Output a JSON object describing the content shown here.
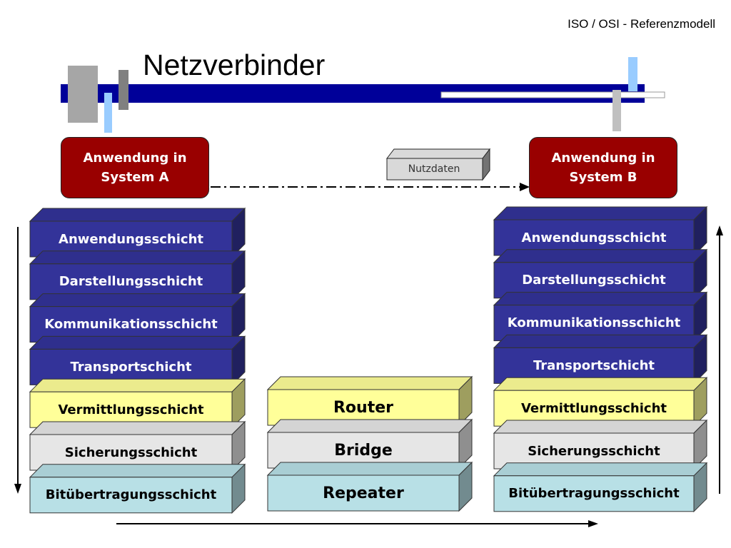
{
  "header": {
    "title": "ISO / OSI - Referenzmodell"
  },
  "page": {
    "title": "Netzverbinder"
  },
  "applications": {
    "left": {
      "label": "Anwendung in\nSystem A"
    },
    "right": {
      "label": "Anwendung in\nSystem B"
    }
  },
  "data_packet": {
    "label": "Nutzdaten"
  },
  "stack_left": [
    "Anwendungsschicht",
    "Darstellungsschicht",
    "Kommunikationsschicht",
    "Transportschicht",
    "Vermittlungsschicht",
    "Sicherungsschicht",
    "Bitübertragungsschicht"
  ],
  "stack_right": [
    "Anwendungsschicht",
    "Darstellungsschicht",
    "Kommunikationsschicht",
    "Transportschicht",
    "Vermittlungsschicht",
    "Sicherungsschicht",
    "Bitübertragungsschicht"
  ],
  "devices": [
    "Router",
    "Bridge",
    "Repeater"
  ],
  "colors": {
    "upper_layer": "#333399",
    "network_layer": "#ffff99",
    "datalink_layer": "#e6e6e6",
    "physical_layer": "#b8e0e6",
    "app_box": "#990000",
    "bar": "#000099"
  }
}
